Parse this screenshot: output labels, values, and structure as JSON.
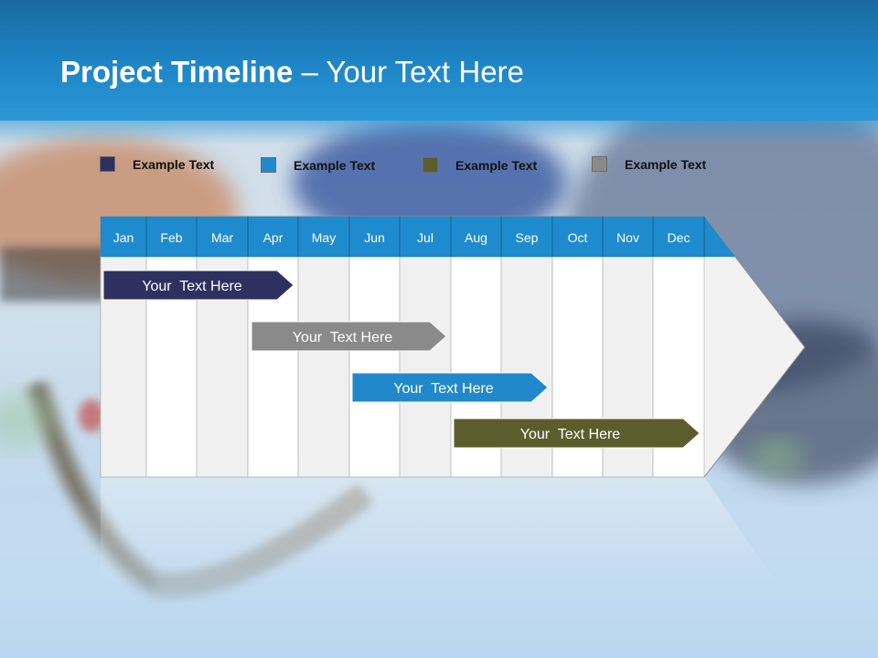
{
  "slide": {
    "title_bold": "Project Timeline",
    "title_rest": " – Your Text Here"
  },
  "legend": [
    {
      "label": "Example Text",
      "color": "#2e3160"
    },
    {
      "label": "Example Text",
      "color": "#2189cb"
    },
    {
      "label": "Example Text",
      "color": "#5b5e2c"
    },
    {
      "label": "Example Text",
      "color": "#8a8a8a"
    }
  ],
  "timeline": {
    "months": [
      "Jan",
      "Feb",
      "Mar",
      "Apr",
      "May",
      "Jun",
      "Jul",
      "Aug",
      "Sep",
      "Oct",
      "Nov",
      "Dec"
    ],
    "header_color": "#1f8bcf",
    "tasks": [
      {
        "label": "Your  Text Here",
        "start_month": "Jan",
        "end_month": "Apr",
        "color": "#2e3160"
      },
      {
        "label": "Your  Text Here",
        "start_month": "Apr",
        "end_month": "Jul",
        "color": "#8a8a8a"
      },
      {
        "label": "Your  Text Here",
        "start_month": "Jun",
        "end_month": "Sep",
        "color": "#2189cb"
      },
      {
        "label": "Your  Text Here",
        "start_month": "Aug",
        "end_month": "Dec",
        "color": "#5b5e2c"
      }
    ]
  }
}
